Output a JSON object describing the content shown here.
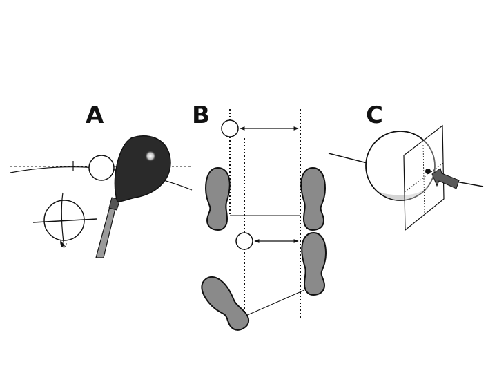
{
  "panels": [
    {
      "label": "A"
    },
    {
      "label": "B"
    },
    {
      "label": "C"
    }
  ],
  "colors": {
    "ink": "#111111",
    "clubhead": "#2a2a2a",
    "footprint": "#8a8a8a",
    "shaft": "#9a9a9a",
    "arrow_fill": "#5a5a5a",
    "ball_shade": "#d4d4d4"
  }
}
